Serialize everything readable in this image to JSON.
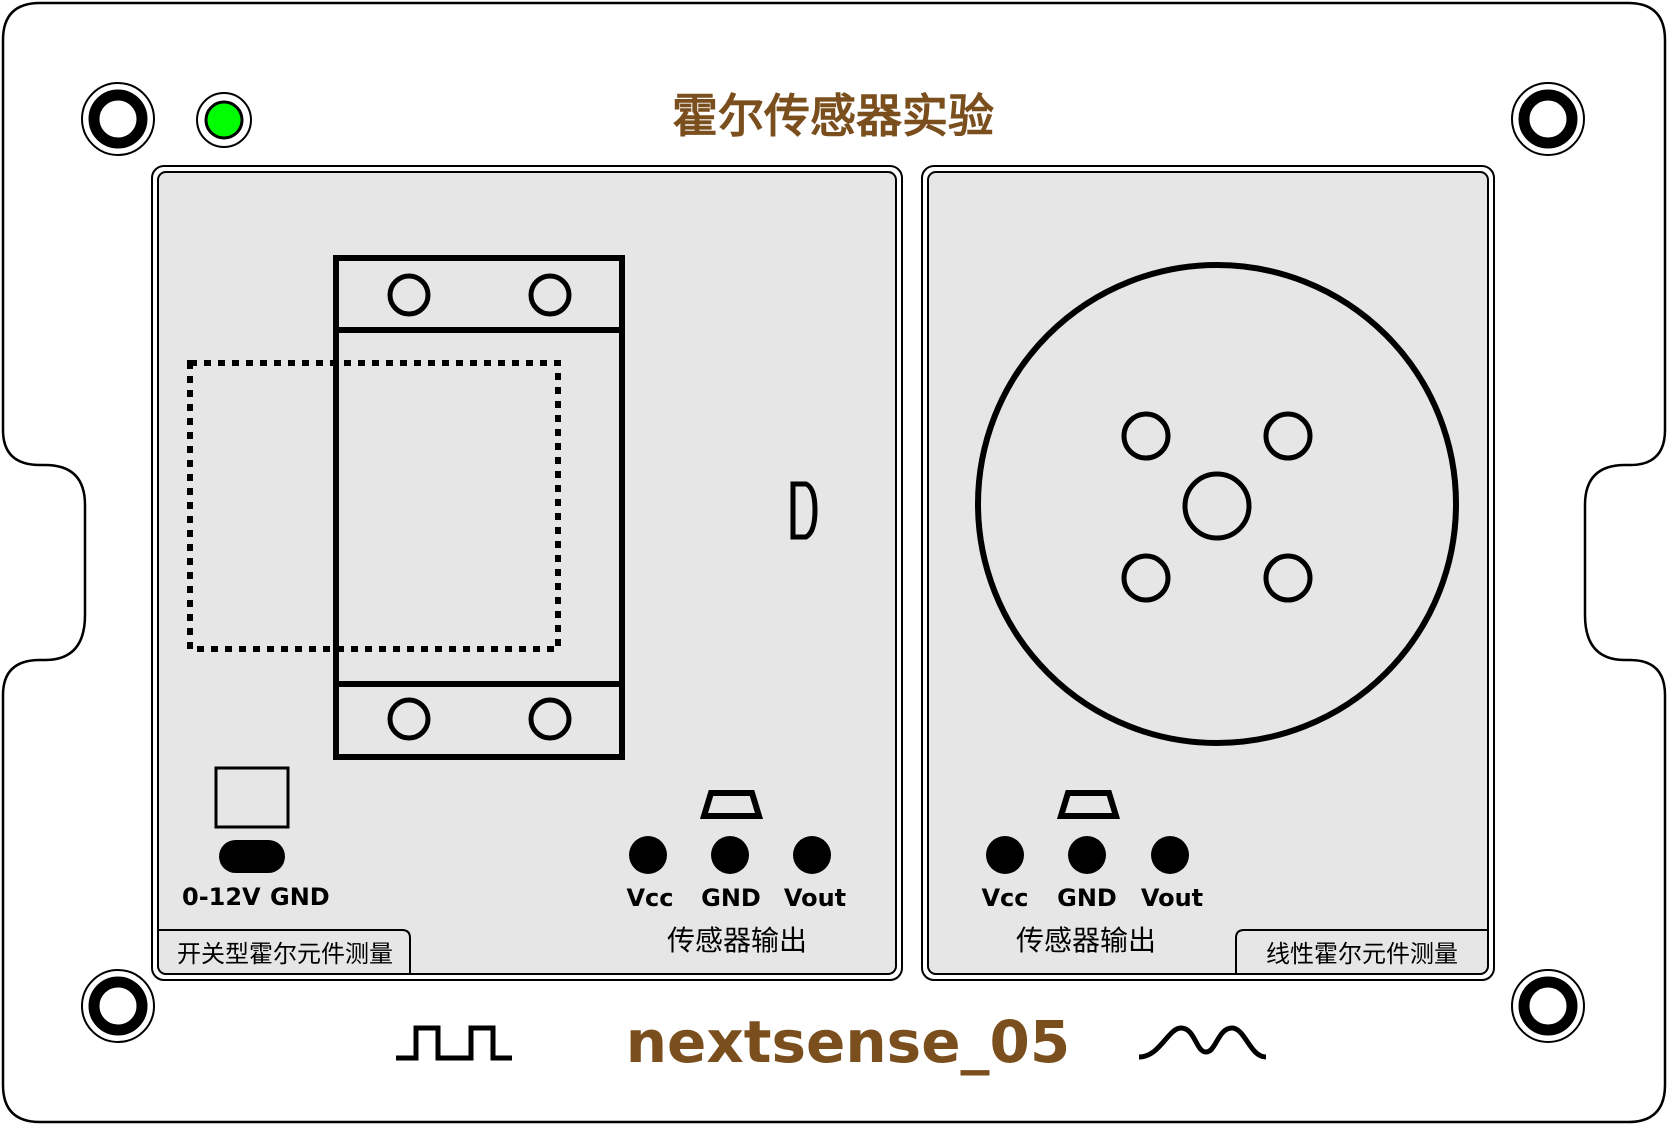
{
  "title": "霍尔传感器实验",
  "brand": {
    "name": "nextsense_05",
    "color": "#7a4f1d"
  },
  "colors": {
    "panel_fill": "#e6e6e6",
    "stroke": "#000000",
    "led": "#00ff00",
    "board": "#ffffff"
  },
  "left_panel": {
    "section_label": "开关型霍尔元件测量",
    "power": {
      "labels": [
        "0-12V",
        "GND"
      ]
    },
    "output": {
      "title": "传感器输出",
      "pins": [
        "Vcc",
        "GND",
        "Vout"
      ]
    }
  },
  "right_panel": {
    "section_label": "线性霍尔元件测量",
    "output": {
      "title": "传感器输出",
      "pins": [
        "Vcc",
        "GND",
        "Vout"
      ]
    }
  },
  "symbols": {
    "left": "square-wave-icon",
    "right": "sine-wave-icon"
  },
  "indicator": {
    "state": "on",
    "color": "#00ff00"
  }
}
